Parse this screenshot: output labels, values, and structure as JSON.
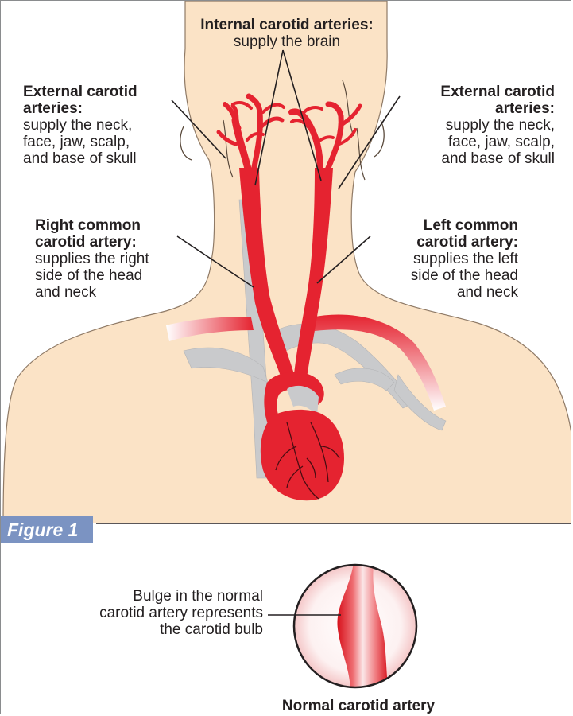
{
  "labels": {
    "internal_title": "Internal carotid arteries:",
    "internal_desc": "supply the brain",
    "ext_left_title_1": "External carotid",
    "ext_left_title_2": "arteries:",
    "ext_left_desc_1": "supply the neck,",
    "ext_left_desc_2": "face, jaw, scalp,",
    "ext_left_desc_3": "and base of skull",
    "ext_right_title_1": "External carotid",
    "ext_right_title_2": "arteries:",
    "ext_right_desc_1": "supply the neck,",
    "ext_right_desc_2": "face, jaw, scalp,",
    "ext_right_desc_3": "and base of skull",
    "rcc_title_1": "Right common",
    "rcc_title_2": "carotid artery:",
    "rcc_desc_1": "supplies the right",
    "rcc_desc_2": "side of the head",
    "rcc_desc_3": "and neck",
    "lcc_title_1": "Left common",
    "lcc_title_2": "carotid artery:",
    "lcc_desc_1": "supplies the left",
    "lcc_desc_2": "side of the head",
    "lcc_desc_3": "and neck"
  },
  "figure_label": "Figure 1",
  "inset": {
    "caption_1": "Bulge in the normal",
    "caption_2": "carotid artery represents",
    "caption_3": "the carotid bulb",
    "title": "Normal carotid artery"
  },
  "colors": {
    "skin": "#fbe3c6",
    "artery": "#e52330",
    "vein": "#c9cacc",
    "tag": "#7b93c2"
  }
}
